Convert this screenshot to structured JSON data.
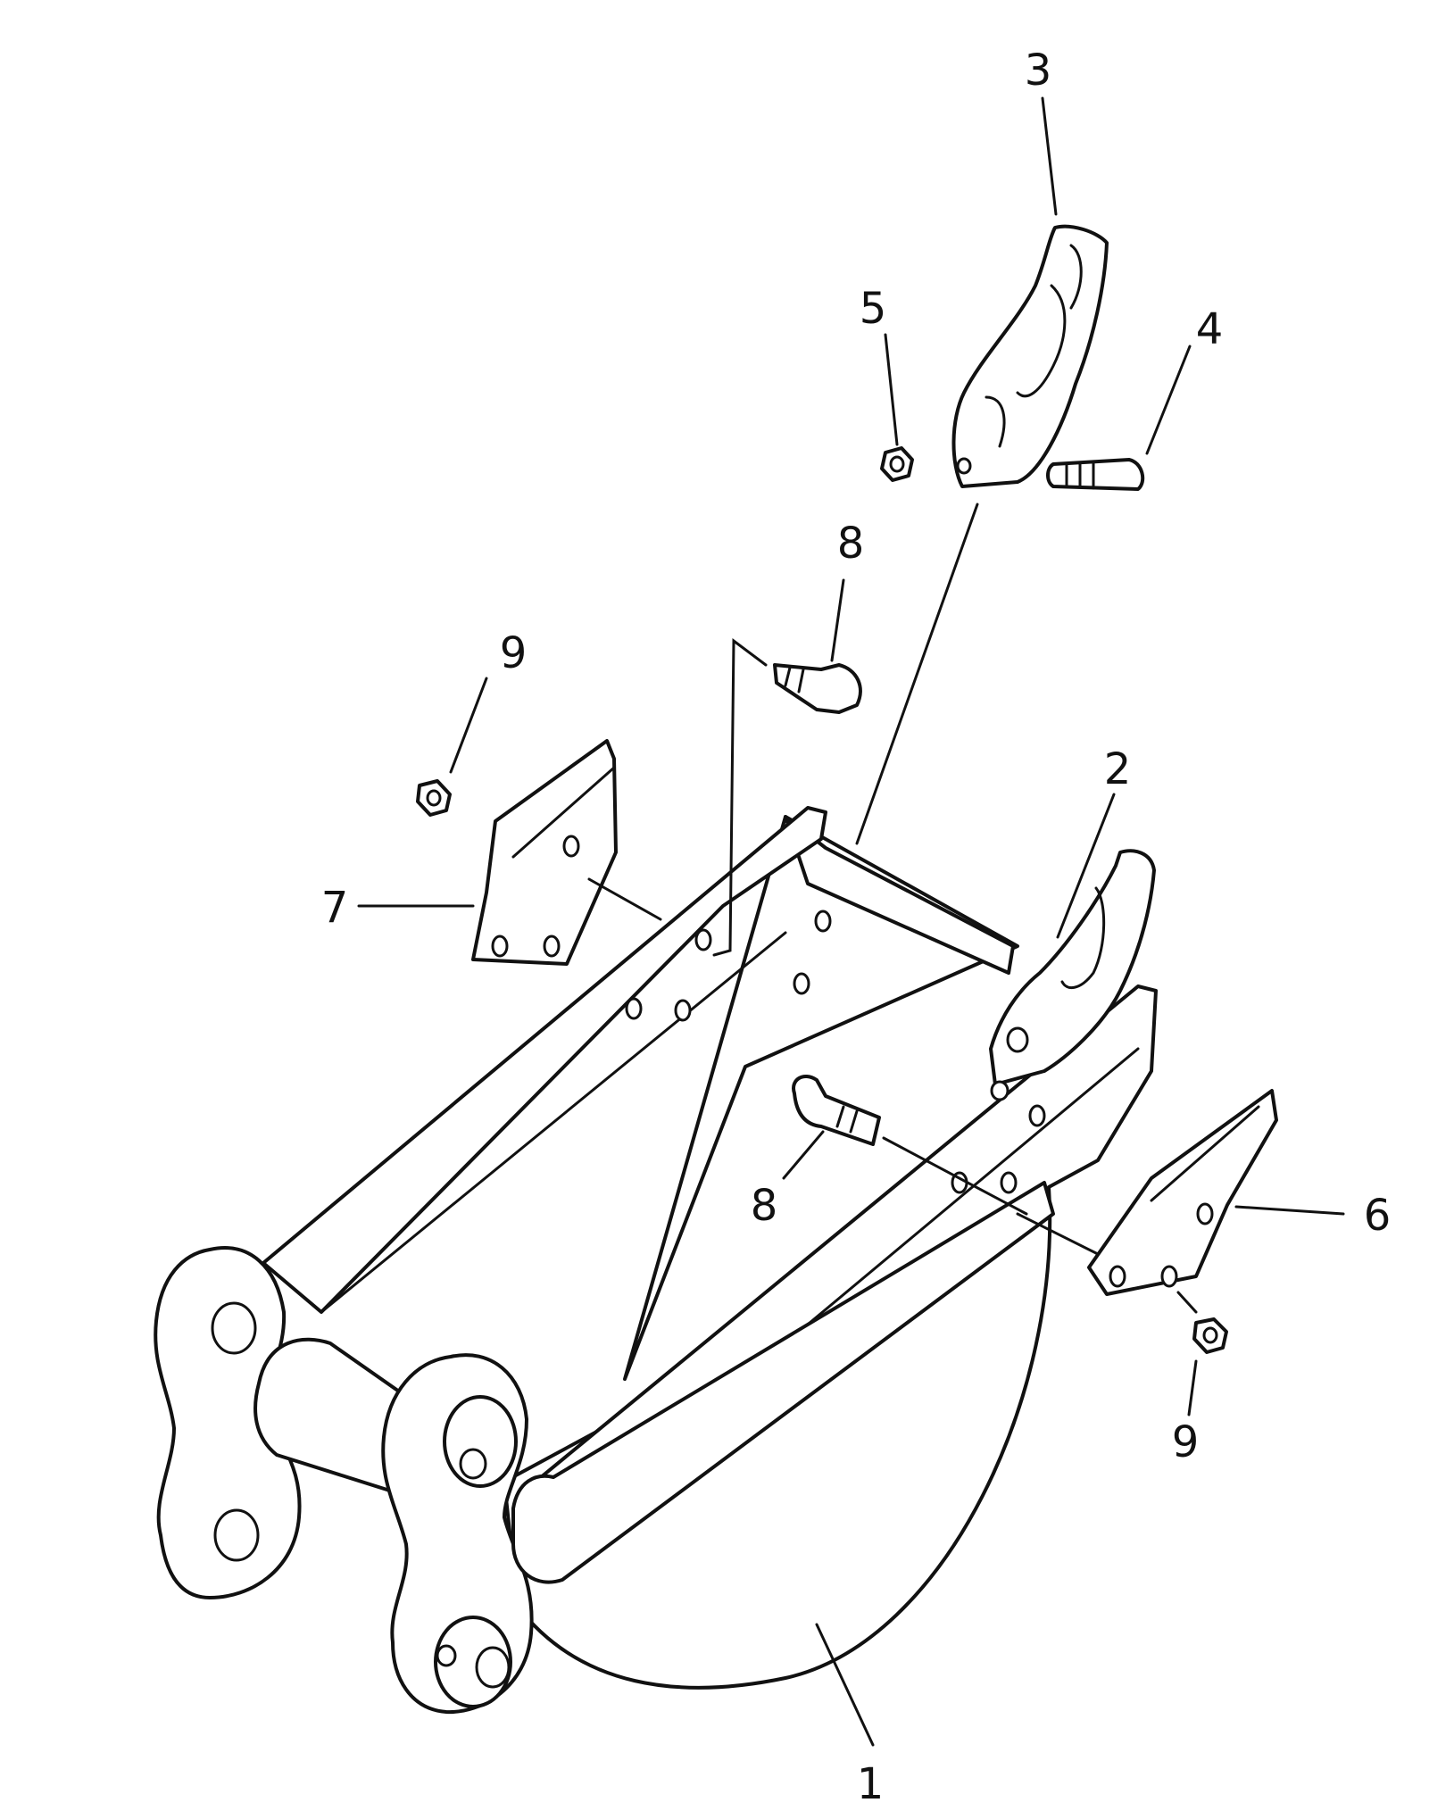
{
  "callouts": [
    {
      "id": "c1",
      "label": "1"
    },
    {
      "id": "c2",
      "label": "2"
    },
    {
      "id": "c3",
      "label": "3"
    },
    {
      "id": "c4",
      "label": "4"
    },
    {
      "id": "c5",
      "label": "5"
    },
    {
      "id": "c6",
      "label": "6"
    },
    {
      "id": "c7",
      "label": "7"
    },
    {
      "id": "c8a",
      "label": "8"
    },
    {
      "id": "c8b",
      "label": "8"
    },
    {
      "id": "c9a",
      "label": "9"
    },
    {
      "id": "c9b",
      "label": "9"
    }
  ]
}
